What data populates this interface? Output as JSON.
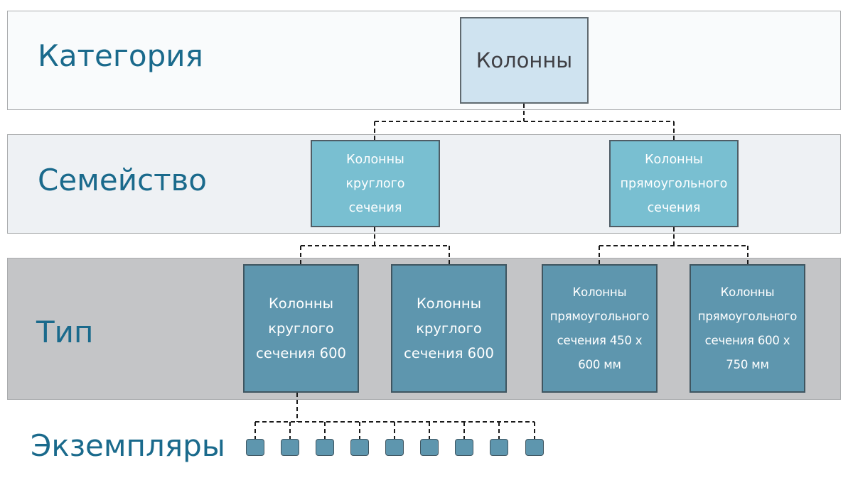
{
  "levels": {
    "category": "Категория",
    "family": "Семейство",
    "type": "Тип",
    "instances": "Экземпляры"
  },
  "category_node": "Колонны",
  "family_nodes": [
    {
      "lines": [
        "Колонны",
        "круглого",
        "сечения"
      ]
    },
    {
      "lines": [
        "Колонны",
        "прямоугольного",
        "сечения"
      ]
    }
  ],
  "type_nodes": [
    {
      "lines": [
        "Колонны",
        "круглого",
        "сечения 600"
      ]
    },
    {
      "lines": [
        "Колонны",
        "круглого",
        "сечения 600"
      ]
    },
    {
      "lines": [
        "Колонны",
        "прямоугольного",
        "сечения 450 х",
        "600 мм"
      ]
    },
    {
      "lines": [
        "Колонны",
        "прямоугольного",
        "сечения 600 х",
        "750 мм"
      ]
    }
  ],
  "instance_count": 9,
  "colors": {
    "label": "#1a6a8c",
    "category_fill": "#cfe3f0",
    "family_fill": "#79bfd1",
    "type_fill": "#5e96ae",
    "connector": "#1a1a1a"
  }
}
